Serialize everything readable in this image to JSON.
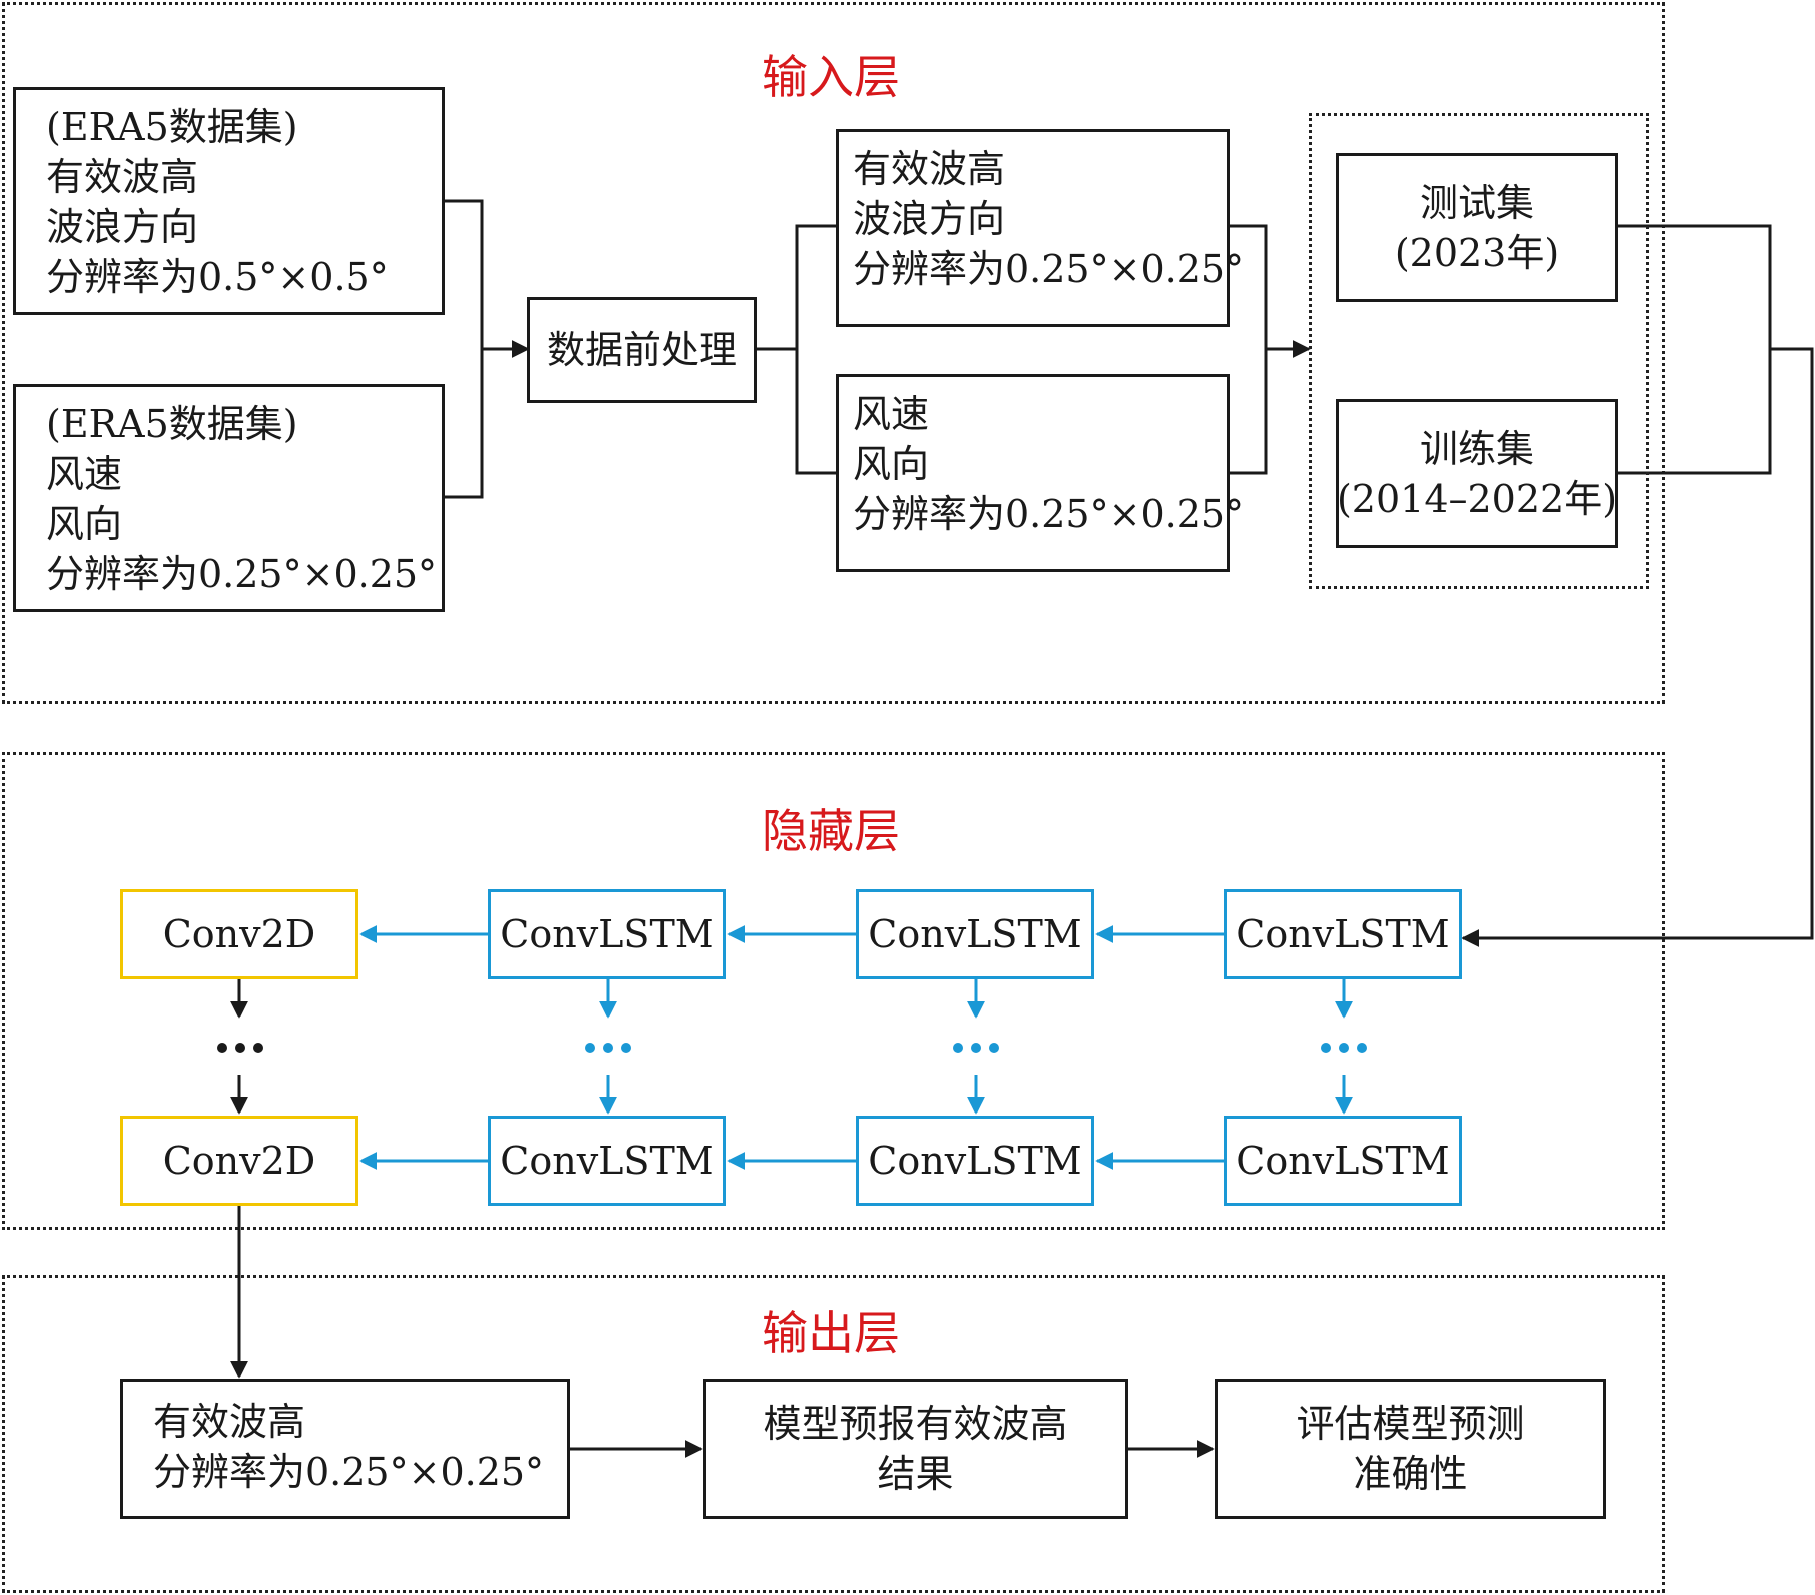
{
  "colors": {
    "black": "#1a1a1a",
    "blue": "#1a98d5",
    "yellow": "#f2c500",
    "red": "#d7191c"
  },
  "layers": {
    "input": "输入层",
    "hidden": "隐藏层",
    "output": "输出层"
  },
  "input": {
    "source_wave": [
      "(ERA5数据集)",
      "有效波高",
      "波浪方向",
      "分辨率为0.5°×0.5°"
    ],
    "source_wind": [
      "(ERA5数据集)",
      "风速",
      "风向",
      "分辨率为0.25°×0.25°"
    ],
    "preprocess": "数据前处理",
    "processed_wave": [
      "有效波高",
      "波浪方向",
      "分辨率为0.25°×0.25°"
    ],
    "processed_wind": [
      "风速",
      "风向",
      "分辨率为0.25°×0.25°"
    ],
    "test_set": [
      "测试集",
      "(2023年)"
    ],
    "train_set": [
      "训练集",
      "(2014–2022年)"
    ]
  },
  "hidden": {
    "conv2d": "Conv2D",
    "convlstm": "ConvLSTM",
    "ellipsis": "•••"
  },
  "output": {
    "result_field": [
      "有效波高",
      "分辨率为0.25°×0.25°"
    ],
    "forecast": [
      "模型预报有效波高",
      "结果"
    ],
    "evaluate": [
      "评估模型预测",
      "准确性"
    ]
  }
}
